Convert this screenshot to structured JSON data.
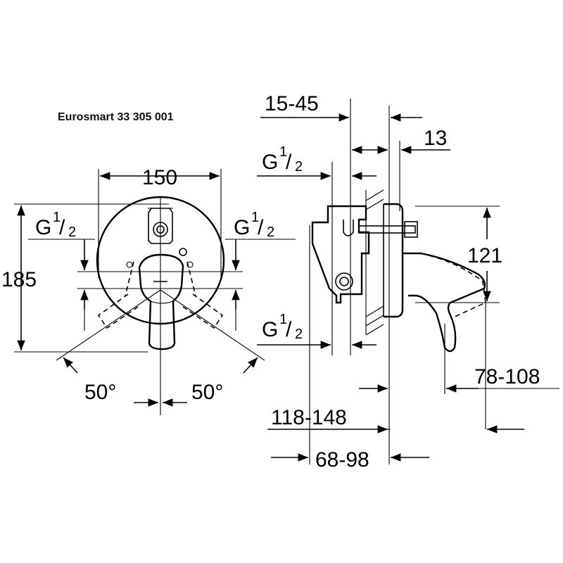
{
  "title": "Eurosmart 33 305 001",
  "front_view": {
    "width": "150",
    "height": "185",
    "g_left": {
      "main": "G",
      "sup": "1",
      "slash": "/",
      "sub": "2"
    },
    "g_right": {
      "main": "G",
      "sup": "1",
      "slash": "/",
      "sub": "2"
    },
    "angle_left": "50°",
    "angle_right": "50°"
  },
  "side_view": {
    "top_range": "15-45",
    "top_offset": "13",
    "g_top": {
      "main": "G",
      "sup": "1",
      "slash": "/",
      "sub": "2"
    },
    "g_bottom": {
      "main": "G",
      "sup": "1",
      "slash": "/",
      "sub": "2"
    },
    "height": "121",
    "spout_range": "78-108",
    "depth_total": "118-148",
    "depth_body": "68-98"
  }
}
